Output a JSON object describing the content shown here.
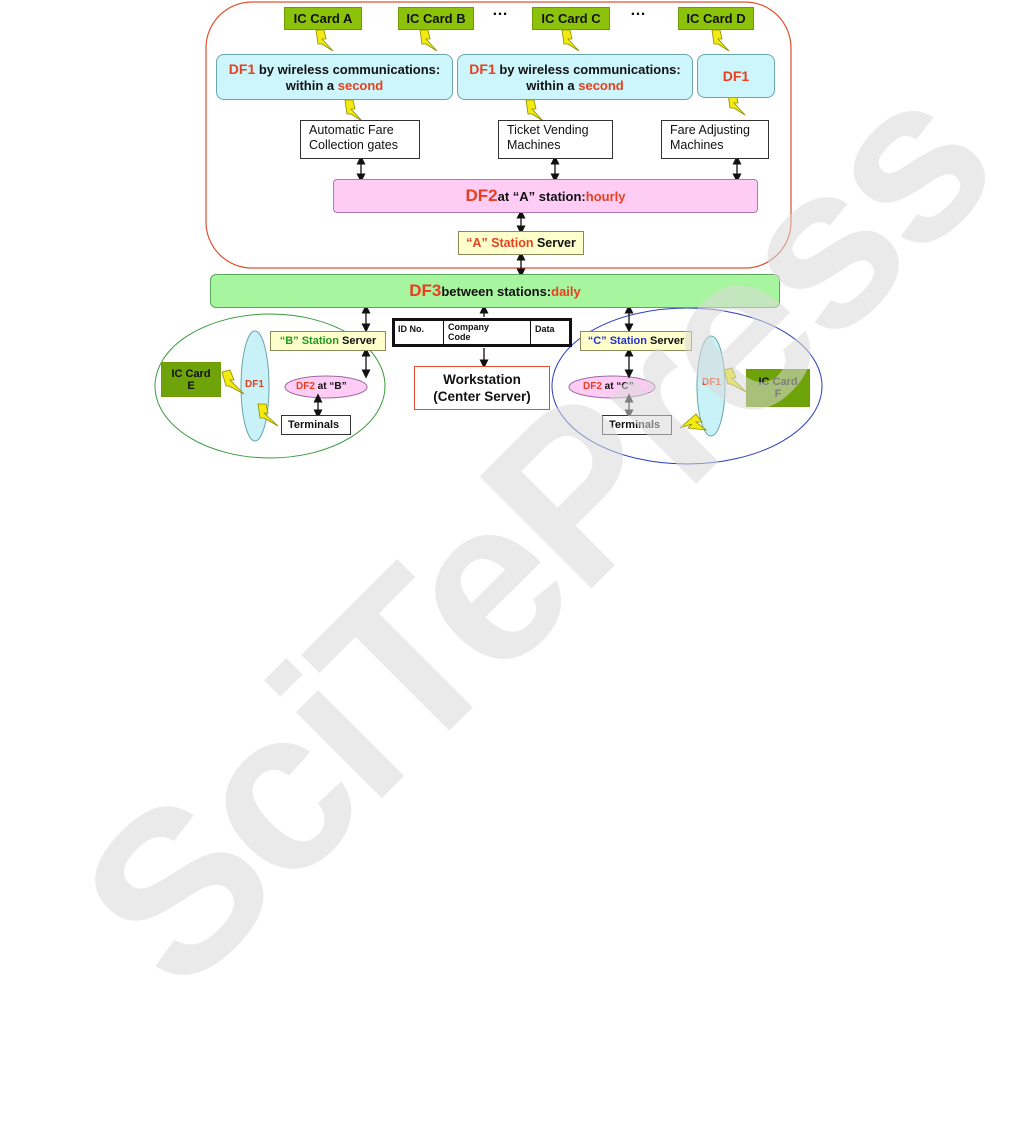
{
  "cards": {
    "a": "IC Card A",
    "b": "IC Card B",
    "c": "IC Card C",
    "d": "IC Card D",
    "e_line1": "IC Card",
    "e_line2": "E",
    "f_line1": "IC Card",
    "f_line2": "F"
  },
  "ellipsis": "…",
  "df1_box": {
    "df1": "DF1",
    "line1_rest": " by wireless communications:",
    "line2_prefix": "within a ",
    "line2_accent": "second"
  },
  "df1_short": "DF1",
  "machines": {
    "afc": [
      "Automatic Fare",
      "Collection gates"
    ],
    "tvm": [
      "Ticket Vending",
      "Machines"
    ],
    "fam": [
      "Fare Adjusting",
      "Machines"
    ]
  },
  "df2_bar": {
    "df2": "DF2",
    "mid1": " at “A” station: ",
    "freq": "hourly"
  },
  "station_a": {
    "quote": "“A”",
    "station": "Station",
    "server": "Server"
  },
  "df3_bar": {
    "df3": "DF3",
    "mid": " between stations: ",
    "freq": "daily"
  },
  "record_table": {
    "col1": "ID No.",
    "col2_l1": "Company",
    "col2_l2": "Code",
    "col3": "Data"
  },
  "workstation": {
    "line1": "Workstation",
    "line2": "(Center Server)"
  },
  "station_b": {
    "quote": "“B”",
    "station": "Station",
    "server": "Server",
    "df2": "DF2",
    "df2_at": " at “B”",
    "df1": "DF1",
    "terminals": "Terminals"
  },
  "station_c": {
    "quote": "“C”",
    "station": "Station",
    "server": "Server",
    "df2": "DF2",
    "df2_at": " at “C”",
    "df1": "DF1",
    "terminals": "Terminals"
  },
  "watermark": "SciTePress",
  "colors": {
    "card_green": "#8cc20a",
    "cyan": "#ccf6fb",
    "pink": "#ffccf5",
    "df3_green": "#a8f5a0",
    "station_yellow": "#ffffcc",
    "accent_red": "#e8401e",
    "station_b_green": "#1f9a1f",
    "station_c_blue": "#2233cc"
  }
}
